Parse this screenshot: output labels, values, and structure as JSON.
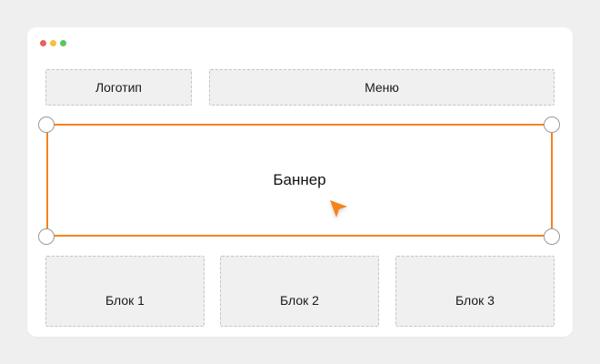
{
  "window": {
    "controls": [
      "close",
      "minimize",
      "maximize"
    ]
  },
  "header": {
    "logo_label": "Логотип",
    "menu_label": "Меню"
  },
  "banner": {
    "label": "Баннер"
  },
  "blocks": [
    {
      "label": "Блок 1"
    },
    {
      "label": "Блок 2"
    },
    {
      "label": "Блок 3"
    }
  ],
  "colors": {
    "accent": "#f5821f",
    "placeholder_bg": "#f0f0f0",
    "placeholder_border": "#c4c4c4",
    "page_bg": "#efefef"
  }
}
